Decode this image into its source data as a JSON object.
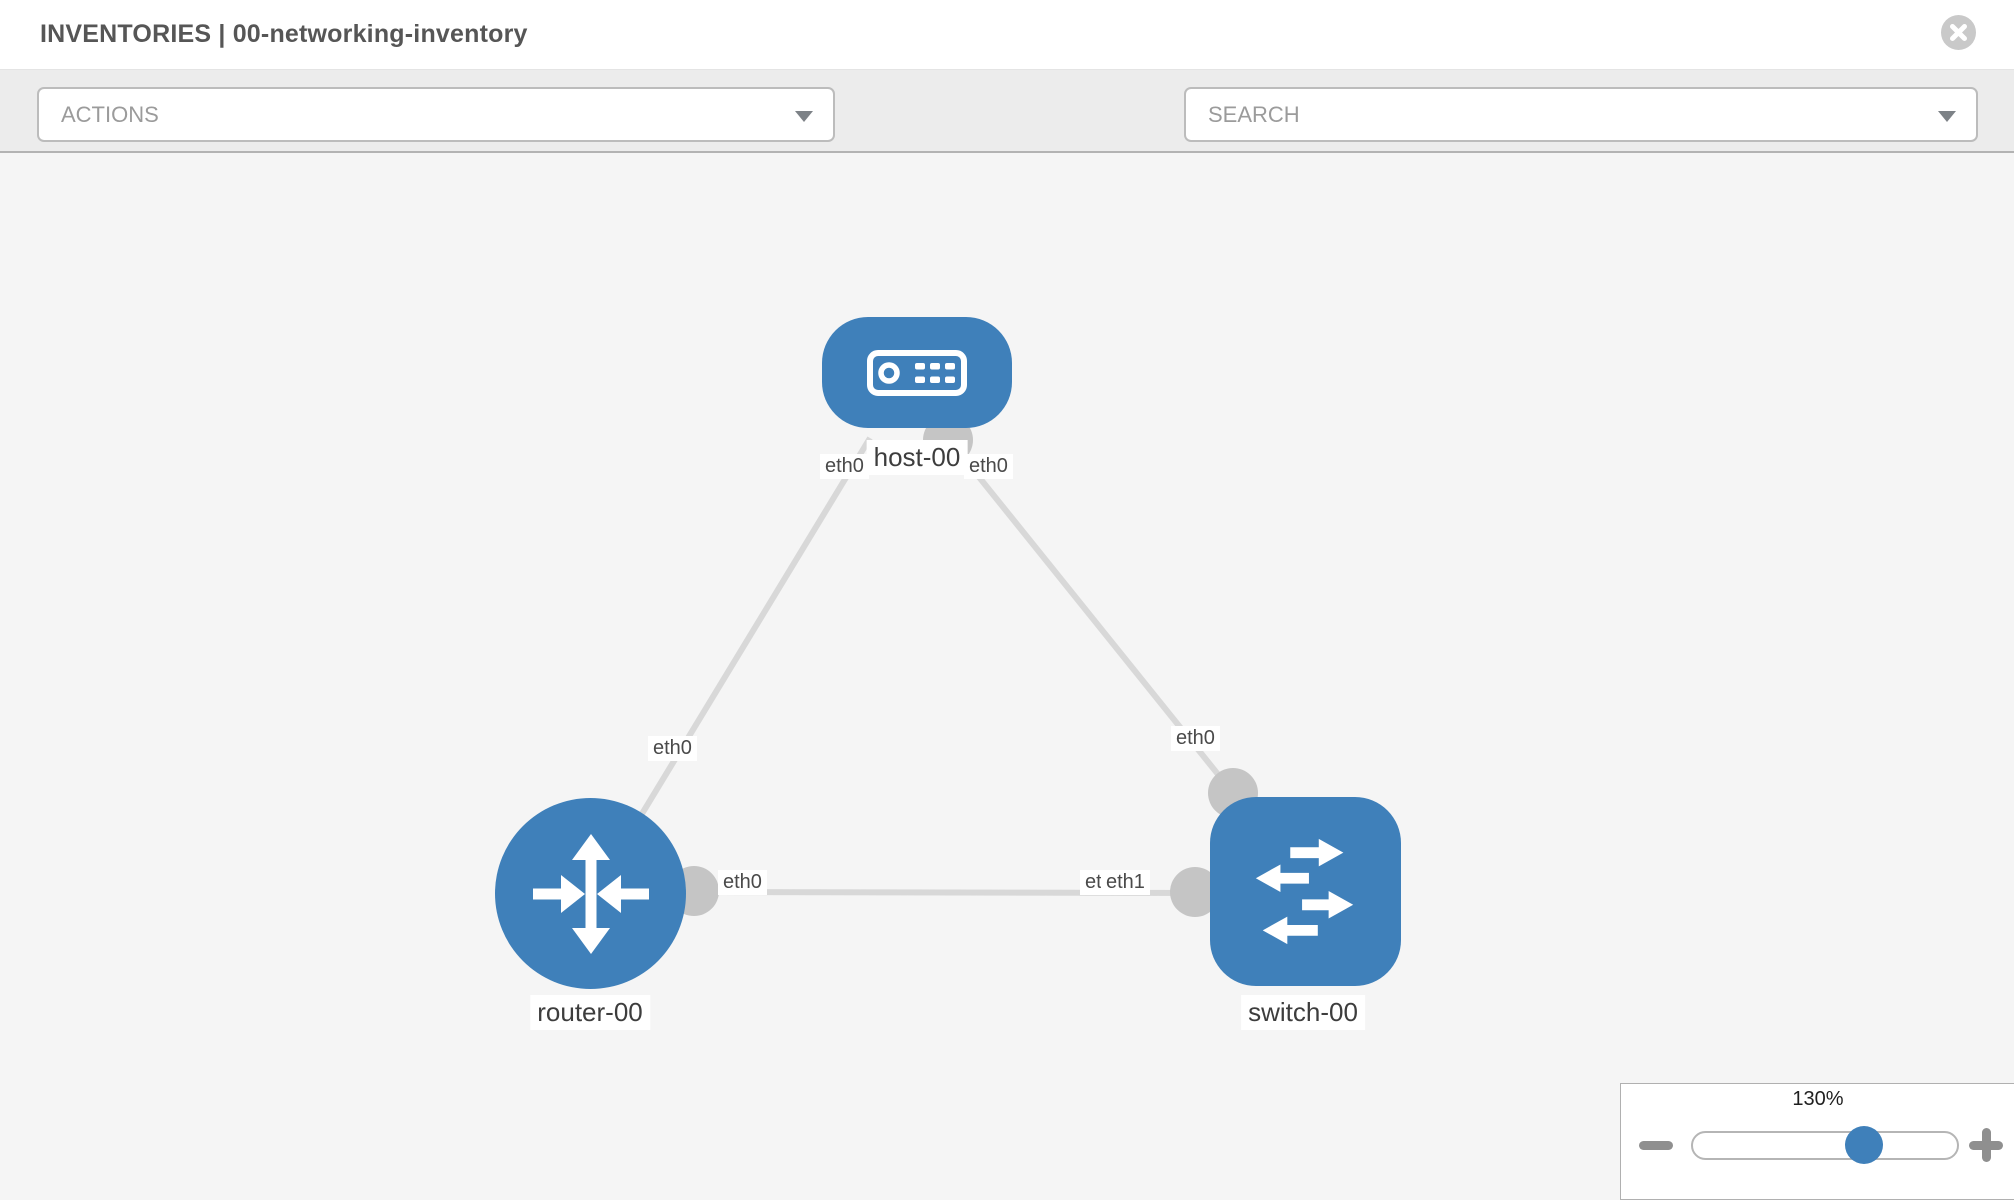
{
  "header": {
    "title": "INVENTORIES | 00-networking-inventory"
  },
  "toolbar": {
    "actions_label": "ACTIONS",
    "search_label": "SEARCH"
  },
  "icons": {
    "wrench": "wrench",
    "key": "key",
    "close": "close-x-in-circle",
    "dropdown_caret": "chevron-down",
    "host": "server-faceplate",
    "router": "four-directional-arrows",
    "switch": "staggered-left-right-arrows"
  },
  "colors": {
    "node_blue": "#3f80ba",
    "interface_gray": "#c5c5c5",
    "link_gray": "#d8d8d8",
    "canvas_bg": "#f5f5f5",
    "toolbar_bg": "#ececec"
  },
  "topology": {
    "nodes": [
      {
        "label": "host-00",
        "type": "host"
      },
      {
        "label": "router-00",
        "type": "router"
      },
      {
        "label": "switch-00",
        "type": "switch"
      }
    ],
    "edge_labels": [
      {
        "text": "eth0",
        "at": "host side of host-router link"
      },
      {
        "text": "eth0",
        "at": "host side of host-switch link"
      },
      {
        "text": "eth0",
        "at": "router side of host-router link"
      },
      {
        "text": "eth0",
        "at": "switch side of host-switch link"
      },
      {
        "text": "eth0",
        "at": "router side of router-switch link"
      },
      {
        "text": "etl",
        "at": "switch side of router-switch link (partially covered label)"
      },
      {
        "text": "eth1",
        "at": "switch side of router-switch link"
      }
    ]
  },
  "zoom_control": {
    "level": "130%"
  }
}
